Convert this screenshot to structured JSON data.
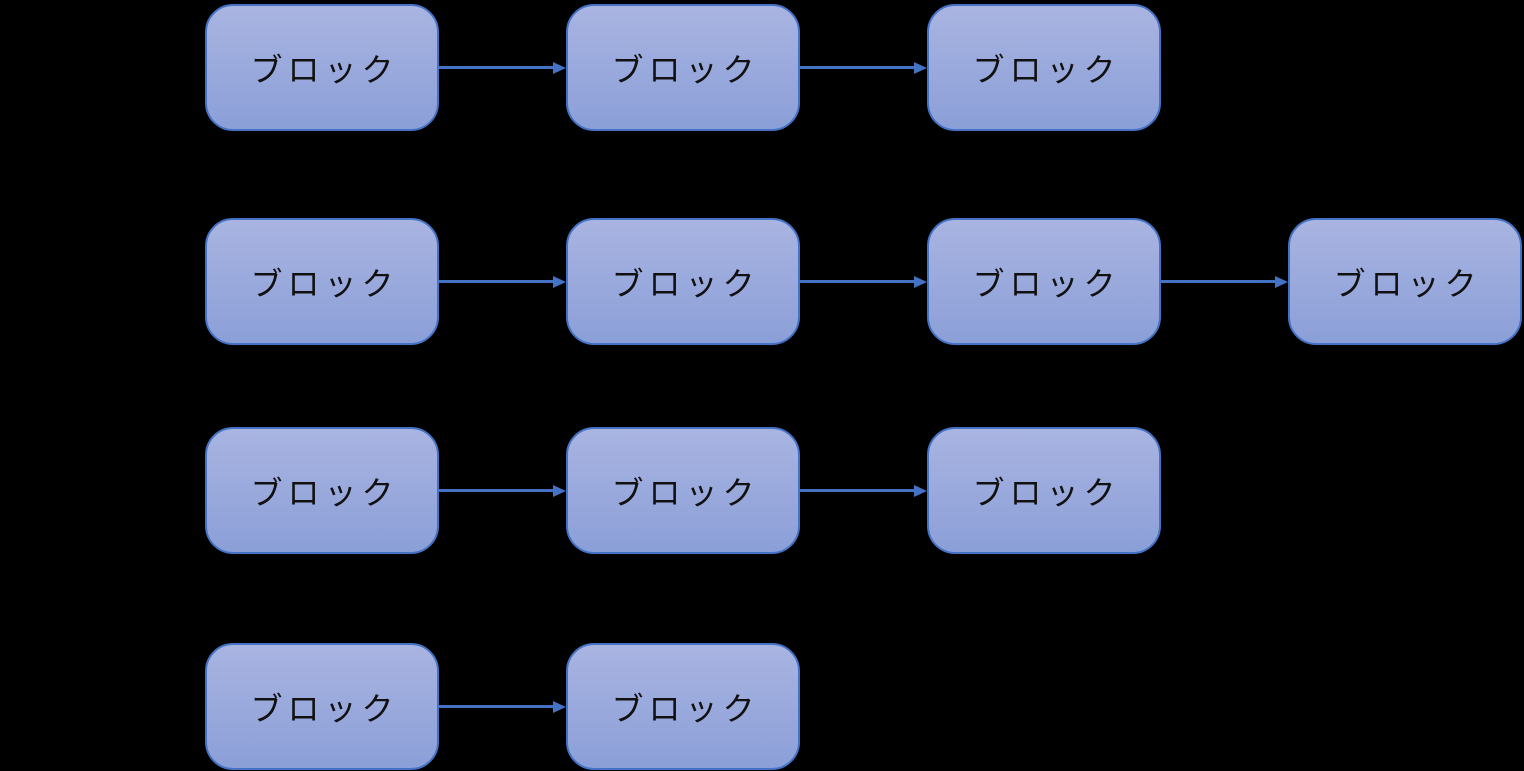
{
  "diagram": {
    "type": "flow-chains",
    "description": "Four independent left-to-right chains of blocks connected by arrows",
    "chains": [
      {
        "name": "chain-1",
        "nodes": [
          "ブロック",
          "ブロック",
          "ブロック"
        ]
      },
      {
        "name": "chain-2",
        "nodes": [
          "ブロック",
          "ブロック",
          "ブロック",
          "ブロック"
        ]
      },
      {
        "name": "chain-3",
        "nodes": [
          "ブロック",
          "ブロック",
          "ブロック"
        ]
      },
      {
        "name": "chain-4",
        "nodes": [
          "ブロック",
          "ブロック"
        ]
      }
    ],
    "colors": {
      "background": "#000000",
      "node_fill_top": "#a9b4e1",
      "node_fill_bottom": "#8b9fd8",
      "node_border": "#4472c4",
      "connector": "#4472c4",
      "label_text": "#111111"
    }
  }
}
